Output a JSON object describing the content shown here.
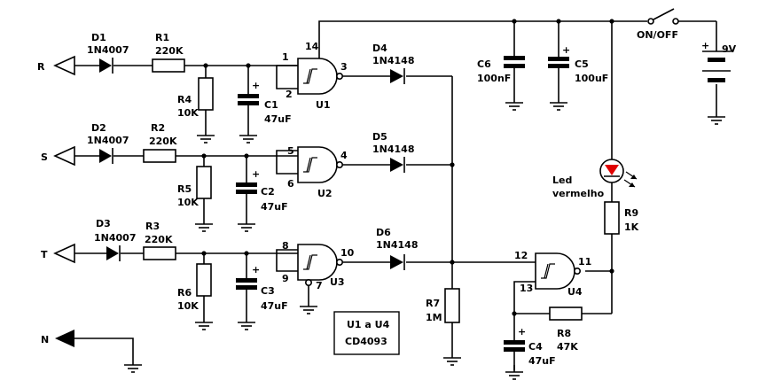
{
  "inputs": {
    "r": "R",
    "s": "S",
    "t": "T",
    "n": "N"
  },
  "diodes": {
    "d1": {
      "ref": "D1",
      "value": "1N4007"
    },
    "d2": {
      "ref": "D2",
      "value": "1N4007"
    },
    "d3": {
      "ref": "D3",
      "value": "1N4007"
    },
    "d4": {
      "ref": "D4",
      "value": "1N4148"
    },
    "d5": {
      "ref": "D5",
      "value": "1N4148"
    },
    "d6": {
      "ref": "D6",
      "value": "1N4148"
    }
  },
  "resistors": {
    "r1": {
      "ref": "R1",
      "value": "220K"
    },
    "r2": {
      "ref": "R2",
      "value": "220K"
    },
    "r3": {
      "ref": "R3",
      "value": "220K"
    },
    "r4": {
      "ref": "R4",
      "value": "10K"
    },
    "r5": {
      "ref": "R5",
      "value": "10K"
    },
    "r6": {
      "ref": "R6",
      "value": "10K"
    },
    "r7": {
      "ref": "R7",
      "value": "1M"
    },
    "r8": {
      "ref": "R8",
      "value": "47K"
    },
    "r9": {
      "ref": "R9",
      "value": "1K"
    }
  },
  "capacitors": {
    "c1": {
      "ref": "C1",
      "value": "47uF"
    },
    "c2": {
      "ref": "C2",
      "value": "47uF"
    },
    "c3": {
      "ref": "C3",
      "value": "47uF"
    },
    "c4": {
      "ref": "C4",
      "value": "47uF"
    },
    "c5": {
      "ref": "C5",
      "value": "100uF"
    },
    "c6": {
      "ref": "C6",
      "value": "100nF"
    }
  },
  "gates": {
    "u1": {
      "ref": "U1",
      "pin_a": "1",
      "pin_b": "2",
      "pin_out": "3",
      "pin_vcc": "14"
    },
    "u2": {
      "ref": "U2",
      "pin_a": "5",
      "pin_b": "6",
      "pin_out": "4"
    },
    "u3": {
      "ref": "U3",
      "pin_a": "8",
      "pin_b": "9",
      "pin_out": "10",
      "pin_gnd": "7"
    },
    "u4": {
      "ref": "U4",
      "pin_a": "12",
      "pin_b": "13",
      "pin_out": "11"
    }
  },
  "ic_note": {
    "line1": "U1 a U4",
    "line2": "CD4093"
  },
  "switch": {
    "label": "ON/OFF"
  },
  "battery": {
    "label": "9V"
  },
  "led": {
    "line1": "Led",
    "line2": "vermelho",
    "color": "#e00000"
  },
  "polarity": {
    "plus": "+"
  }
}
